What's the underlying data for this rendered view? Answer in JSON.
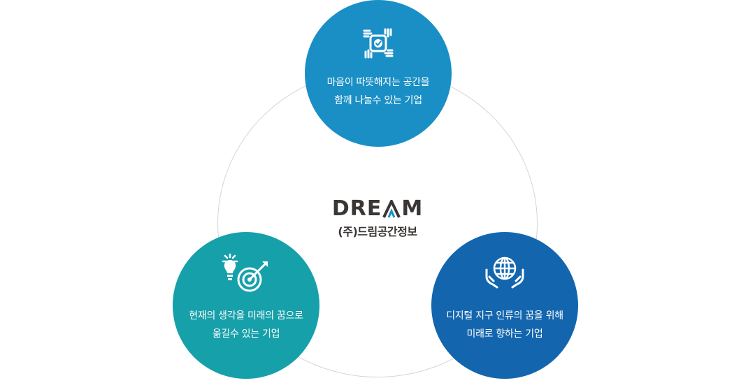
{
  "center": {
    "logo_prefix": "DRE",
    "logo_suffix": "M",
    "company": "(주)드림공간정보"
  },
  "bubbles": [
    {
      "id": "top",
      "icon": "hands-check-icon",
      "color": "#1a8fc6",
      "line1": "마음이 따뜻해지는 공간을",
      "line2": "함께 나눌수 있는 기업"
    },
    {
      "id": "left",
      "icon": "bulb-target-icon",
      "color": "#16a0aa",
      "line1": "현재의 생각을 미래의 꿈으로",
      "line2": "옮길수 있는 기업"
    },
    {
      "id": "right",
      "icon": "globe-hands-icon",
      "color": "#1366ae",
      "line1": "디지털 지구 인류의 꿈을 위해",
      "line2": "미래로 향하는 기업"
    }
  ]
}
